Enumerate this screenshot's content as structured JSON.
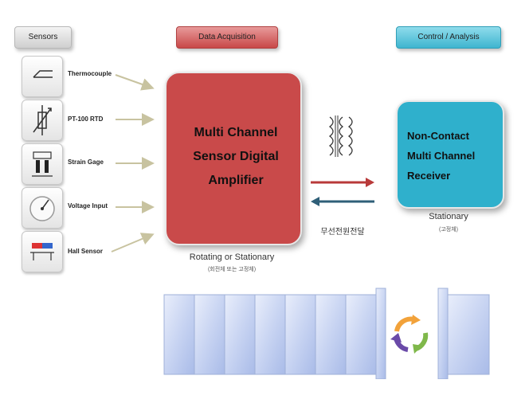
{
  "header": {
    "sensors": "Sensors",
    "data_acquisition": "Data Acquisition",
    "control_analysis": "Control / Analysis"
  },
  "sensors": [
    {
      "label": "Thermocouple",
      "icon": "thermocouple-icon"
    },
    {
      "label": "PT-100 RTD",
      "icon": "rtd-icon"
    },
    {
      "label": "Strain Gage",
      "icon": "strain-gage-icon"
    },
    {
      "label": "Voltage Input",
      "icon": "voltage-gauge-icon"
    },
    {
      "label": "Hall Sensor",
      "icon": "hall-sensor-icon"
    }
  ],
  "amplifier": {
    "line1": "Multi Channel",
    "line2": "Sensor Digital",
    "line3": "Amplifier",
    "caption": "Rotating or Stationary",
    "subcaption": "(회전체 또는 고정체)",
    "color": "#c94a4a"
  },
  "receiver": {
    "line1": "Non-Contact",
    "line2": "Multi Channel",
    "line3": "Receiver",
    "caption": "Stationary",
    "subcaption": "(고정체)",
    "color": "#2fb0cc"
  },
  "wireless": {
    "label": "무선전원전달",
    "arrow_right_color": "#b83a3a",
    "arrow_left_color": "#2f5f78"
  }
}
